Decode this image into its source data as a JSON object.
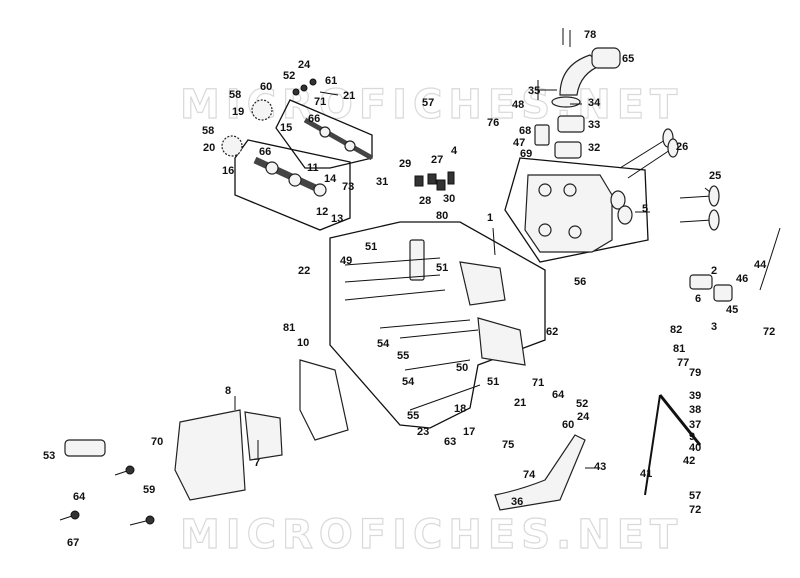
{
  "watermark": "MICROFICHES.NET",
  "callouts": [
    "78",
    "65",
    "35",
    "34",
    "48",
    "76",
    "33",
    "68",
    "47",
    "69",
    "32",
    "26",
    "57",
    "24",
    "52",
    "61",
    "58",
    "60",
    "71",
    "21",
    "19",
    "15",
    "66",
    "58",
    "20",
    "16",
    "66",
    "11",
    "14",
    "73",
    "12",
    "13",
    "29",
    "31",
    "27",
    "28",
    "30",
    "4",
    "25",
    "5",
    "80",
    "1",
    "51",
    "49",
    "51",
    "56",
    "22",
    "81",
    "62",
    "10",
    "54",
    "55",
    "54",
    "50",
    "55",
    "51",
    "8",
    "7",
    "70",
    "59",
    "53",
    "64",
    "67",
    "18",
    "23",
    "63",
    "17",
    "71",
    "21",
    "64",
    "52",
    "60",
    "24",
    "2",
    "46",
    "44",
    "6",
    "45",
    "72",
    "3",
    "82",
    "81",
    "77",
    "79",
    "39",
    "38",
    "37",
    "9",
    "40",
    "42",
    "41",
    "57",
    "72",
    "75",
    "74",
    "43",
    "36"
  ]
}
